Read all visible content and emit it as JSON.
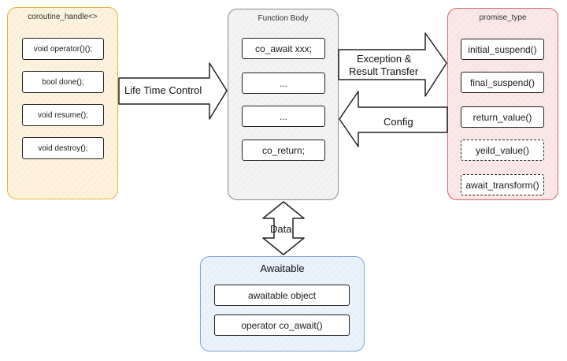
{
  "coroutine_handle": {
    "title": "coroutine_handle<>",
    "items": [
      "void operator()();",
      "bool done();",
      "void resume();",
      "void destroy();"
    ]
  },
  "function_body": {
    "title": "Function Body",
    "items": [
      "co_await xxx;",
      "...",
      "...",
      "co_return;"
    ]
  },
  "promise_type": {
    "title": "promise_type",
    "items": [
      "initial_suspend()",
      "final_suspend()",
      "return_value()",
      "yeild_value()",
      "await_transform()"
    ]
  },
  "awaitable": {
    "title": "Awaitable",
    "items": [
      "awaitable object",
      "operator co_await()"
    ]
  },
  "arrows": {
    "lifetime": "Life Time Control",
    "exception_line1": "Exception &",
    "exception_line2": "Result Transfer",
    "config": "Config",
    "data": "Data"
  },
  "colors": {
    "coroutine_border": "#e6b43a",
    "coroutine_fill": "#fdf3dc",
    "function_border": "#8a8a8a",
    "function_fill": "#f3f3f3",
    "promise_border": "#d46a6a",
    "promise_fill": "#fbe7e7",
    "awaitable_border": "#7ea6d2",
    "awaitable_fill": "#eaf2fb"
  }
}
